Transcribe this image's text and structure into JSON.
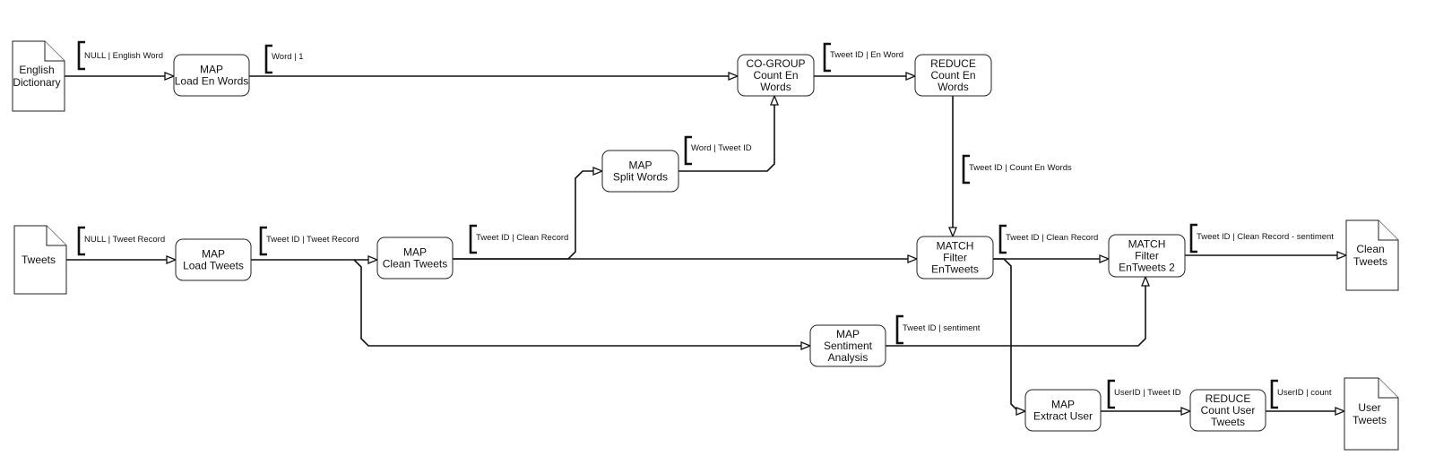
{
  "documents": [
    {
      "id": "english_dictionary",
      "lines": [
        "English",
        "Dictionary"
      ]
    },
    {
      "id": "tweets",
      "lines": [
        "Tweets"
      ]
    },
    {
      "id": "clean_tweets",
      "lines": [
        "Clean",
        "Tweets"
      ]
    },
    {
      "id": "user_tweets",
      "lines": [
        "User",
        "Tweets"
      ]
    }
  ],
  "operators": [
    {
      "id": "map_load_en_words",
      "lines": [
        "MAP",
        "Load En Words"
      ]
    },
    {
      "id": "cogroup_count_en_words",
      "lines": [
        "CO-GROUP",
        "Count En",
        "Words"
      ]
    },
    {
      "id": "reduce_count_en_words",
      "lines": [
        "REDUCE",
        "Count En",
        "Words"
      ]
    },
    {
      "id": "map_split_words",
      "lines": [
        "MAP",
        "Split Words"
      ]
    },
    {
      "id": "map_load_tweets",
      "lines": [
        "MAP",
        "Load Tweets"
      ]
    },
    {
      "id": "map_clean_tweets",
      "lines": [
        "MAP",
        "Clean Tweets"
      ]
    },
    {
      "id": "match_filter_entweets",
      "lines": [
        "MATCH",
        "Filter",
        "EnTweets"
      ]
    },
    {
      "id": "match_filter_entweets_2",
      "lines": [
        "MATCH",
        "Filter",
        "EnTweets 2"
      ]
    },
    {
      "id": "map_sentiment_analysis",
      "lines": [
        "MAP",
        "Sentiment",
        "Analysis"
      ]
    },
    {
      "id": "map_extract_user",
      "lines": [
        "MAP",
        "Extract User"
      ]
    },
    {
      "id": "reduce_count_user_tweets",
      "lines": [
        "REDUCE",
        "Count User",
        "Tweets"
      ]
    }
  ],
  "edge_labels": [
    {
      "id": "lbl1",
      "text": "NULL |  English Word"
    },
    {
      "id": "lbl2",
      "text": "Word |  1"
    },
    {
      "id": "lbl3",
      "text": "Tweet ID |  En Word"
    },
    {
      "id": "lbl4",
      "text": "Word |  Tweet ID"
    },
    {
      "id": "lbl5",
      "text": "Tweet ID |  Count En Words"
    },
    {
      "id": "lbl6",
      "text": "NULL |  Tweet Record"
    },
    {
      "id": "lbl7",
      "text": "Tweet ID | Tweet Record"
    },
    {
      "id": "lbl8",
      "text": "Tweet ID | Clean Record"
    },
    {
      "id": "lbl9",
      "text": "Tweet ID |  Clean Record"
    },
    {
      "id": "lbl10",
      "text": "Tweet ID |  Clean Record - sentiment"
    },
    {
      "id": "lbl11",
      "text": "Tweet ID |  sentiment"
    },
    {
      "id": "lbl12",
      "text": "UserID |  Tweet ID"
    },
    {
      "id": "lbl13",
      "text": "UserID |  count"
    }
  ]
}
